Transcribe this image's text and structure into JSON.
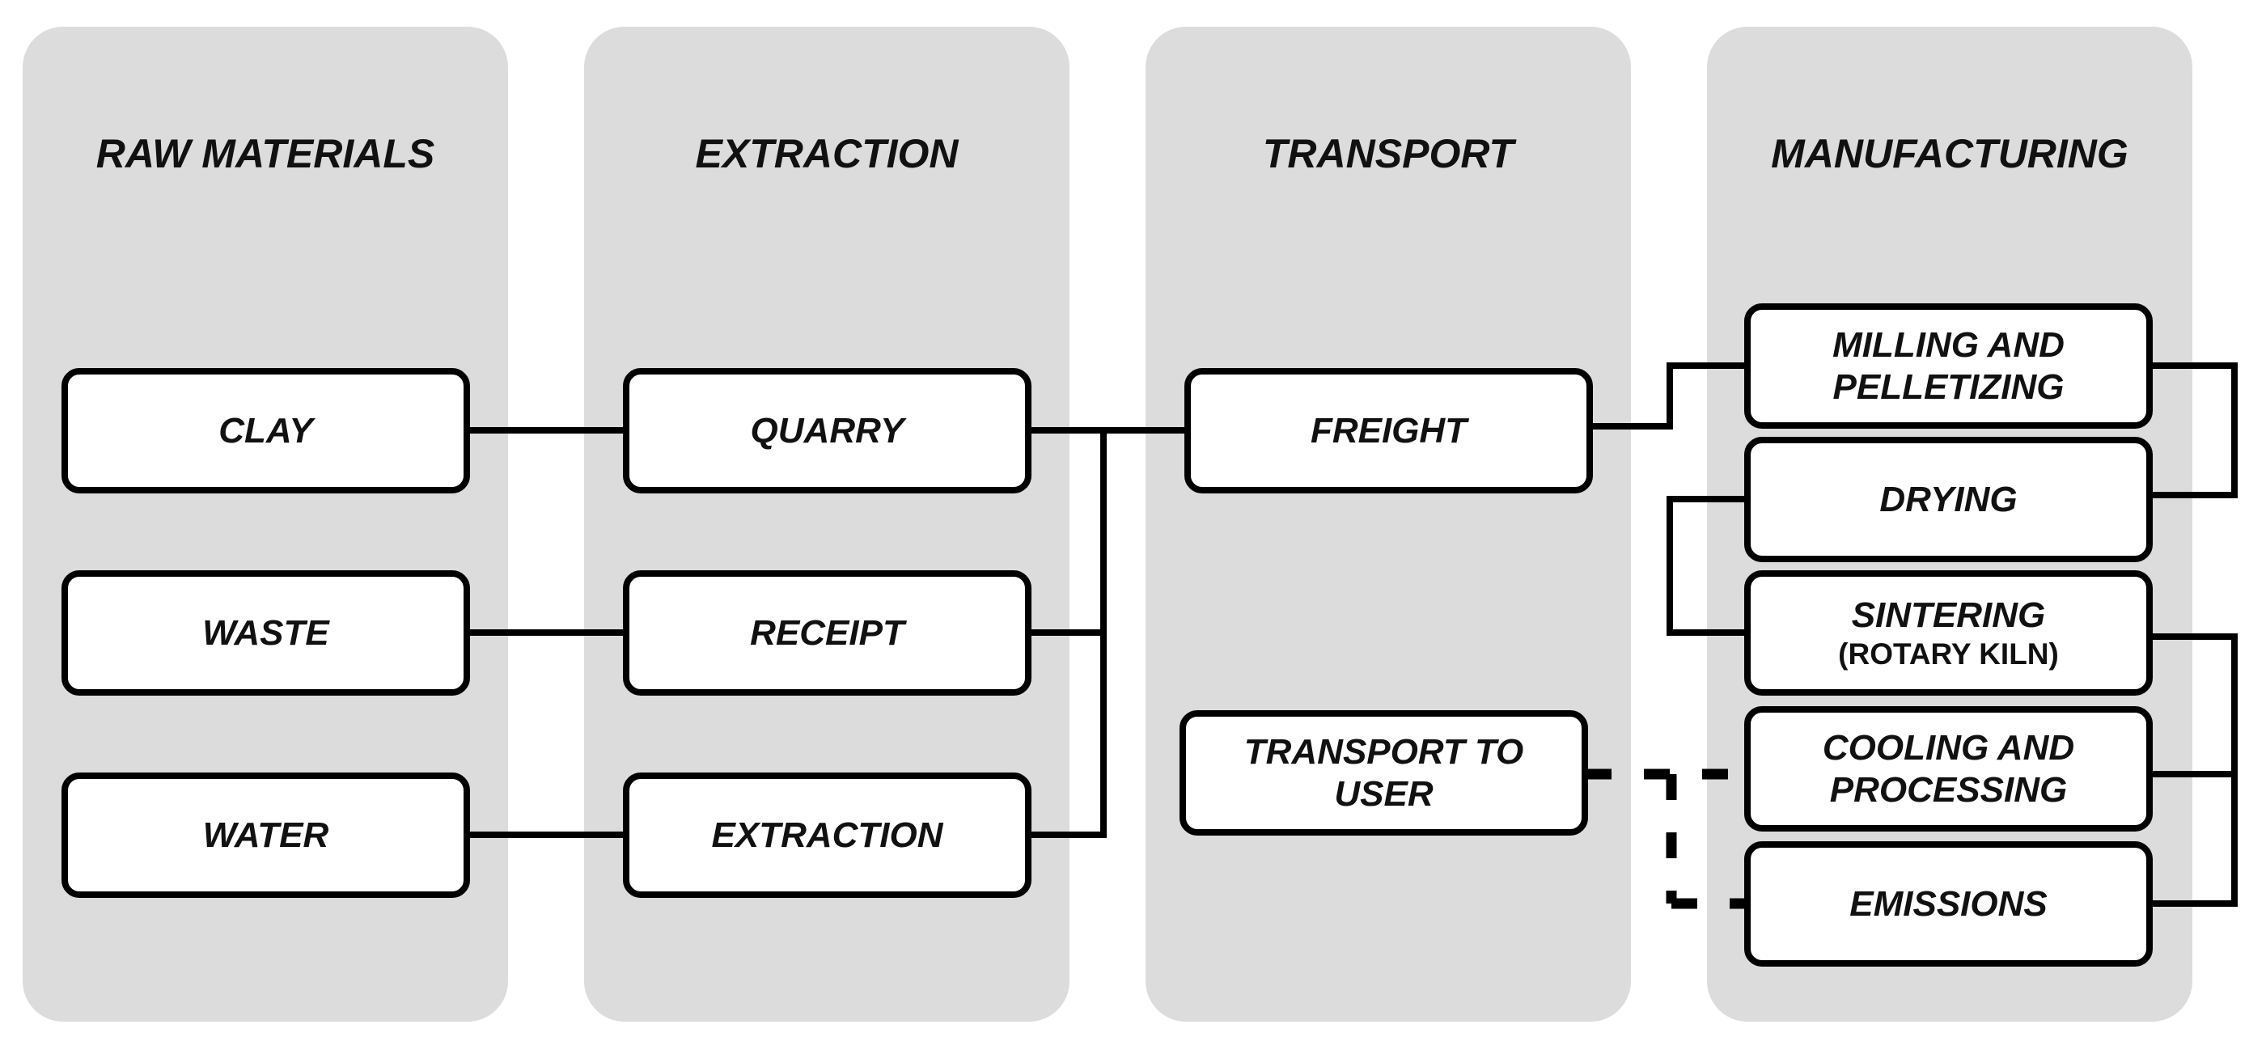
{
  "columns": [
    {
      "id": "raw",
      "title": "RAW MATERIALS"
    },
    {
      "id": "ext",
      "title": "EXTRACTION"
    },
    {
      "id": "trn",
      "title": "TRANSPORT"
    },
    {
      "id": "mfg",
      "title": "MANUFACTURING"
    }
  ],
  "nodes": {
    "clay": "CLAY",
    "waste": "WASTE",
    "water": "WATER",
    "quarry": "QUARRY",
    "receipt": "RECEIPT",
    "extraction": "EXTRACTION",
    "freight": "FREIGHT",
    "transport_user_l1": "TRANSPORT TO",
    "transport_user_l2": "USER",
    "milling_l1": "MILLING AND",
    "milling_l2": "PELLETIZING",
    "drying": "DRYING",
    "sintering_l1": "SINTERING",
    "sintering_l2": "(ROTARY KILN)",
    "cooling_l1": "COOLING AND",
    "cooling_l2": "PROCESSING",
    "emissions": "EMISSIONS"
  },
  "colors": {
    "panel": "#dcdcdc",
    "box_border": "#000000",
    "box_fill": "#ffffff",
    "text": "#111111"
  }
}
